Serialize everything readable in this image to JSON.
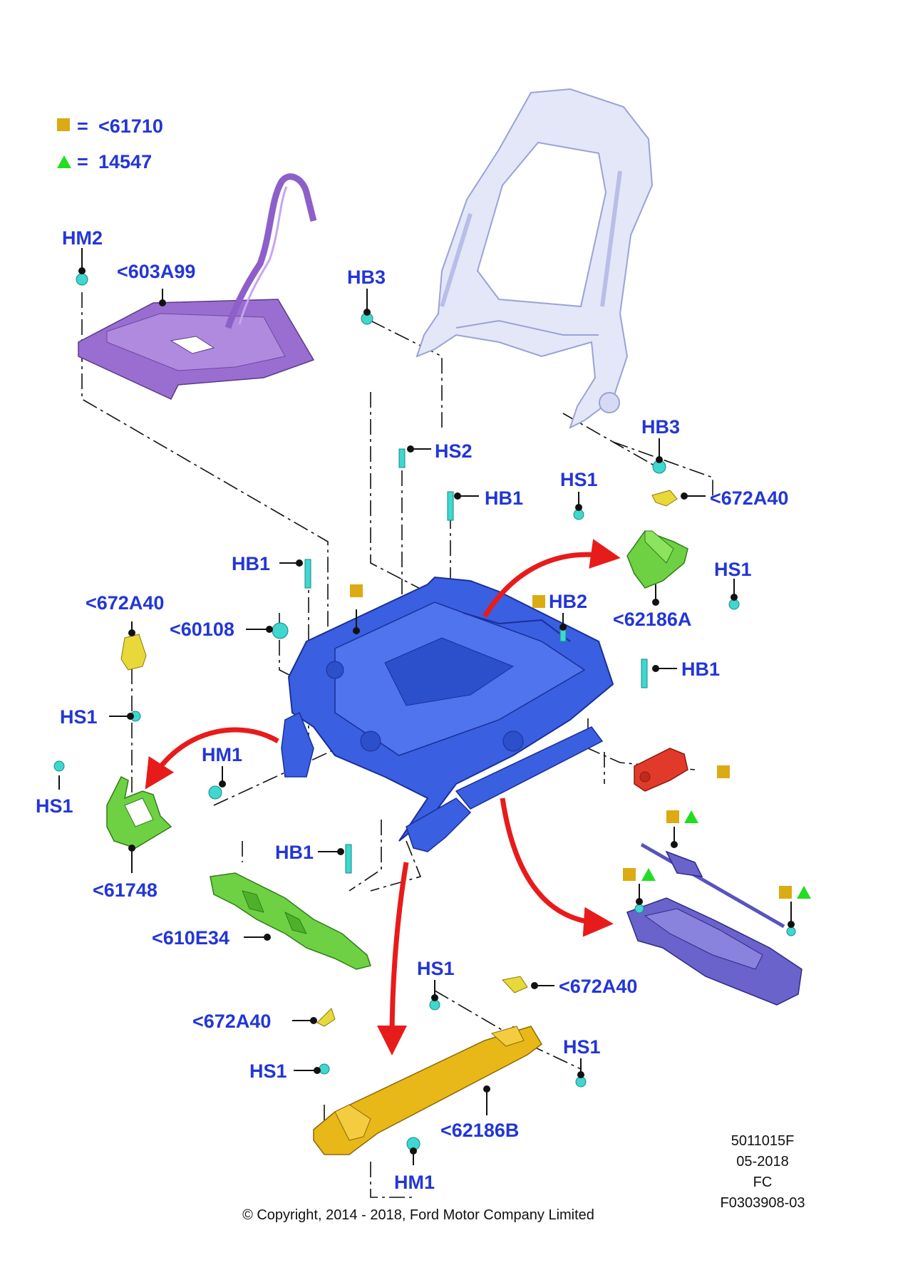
{
  "legend": {
    "square_symbol_color": "#dcaa12",
    "triangle_symbol_color": "#22dd22",
    "square_eq": "=",
    "square_value": "<61710",
    "triangle_eq": "=",
    "triangle_value": "14547"
  },
  "colors": {
    "label_blue": "#2336d6",
    "frame_blue": "#3a5fe0",
    "arrow_red": "#e81b1b",
    "fastener_cyan": "#3fd7cf",
    "harness_purple": "#8d5fc9",
    "shield_green": "#5fd63a",
    "cover_yellow": "#e8b818",
    "motor_red": "#e23a2a",
    "gearbox_violet": "#6b63cc",
    "backframe_lavender": "#c8cdf0"
  },
  "parts": {
    "hm2": "HM2",
    "p603a99": "<603A99",
    "hb3_top": "HB3",
    "hb3_right": "HB3",
    "hs2": "HS2",
    "hb1_center": "HB1",
    "hs1_right_top": "HS1",
    "p672a40_right": "<672A40",
    "hs1_right_bottom": "HS1",
    "hb1_left": "HB1",
    "p62186a": "<62186A",
    "hb2": "HB2",
    "p672a40_left": "<672A40",
    "p60108": "<60108",
    "hb1_right": "HB1",
    "hs1_left_top": "HS1",
    "hm1_left": "HM1",
    "hs1_left_bottom": "HS1",
    "p61748": "<61748",
    "hb1_bottom": "HB1",
    "p610e34": "<610E34",
    "hs1_bottom_center": "HS1",
    "p672a40_bottom_right": "<672A40",
    "p672a40_bottom_left": "<672A40",
    "hs1_bottom_right": "HS1",
    "hs1_bottom_left": "HS1",
    "p62186b": "<62186B",
    "hm1_bottom": "HM1"
  },
  "footer": {
    "code": "5011015F",
    "date": "05-2018",
    "region": "FC",
    "ref": "F0303908-03",
    "copyright": "© Copyright, 2014 - 2018, Ford Motor Company Limited"
  }
}
